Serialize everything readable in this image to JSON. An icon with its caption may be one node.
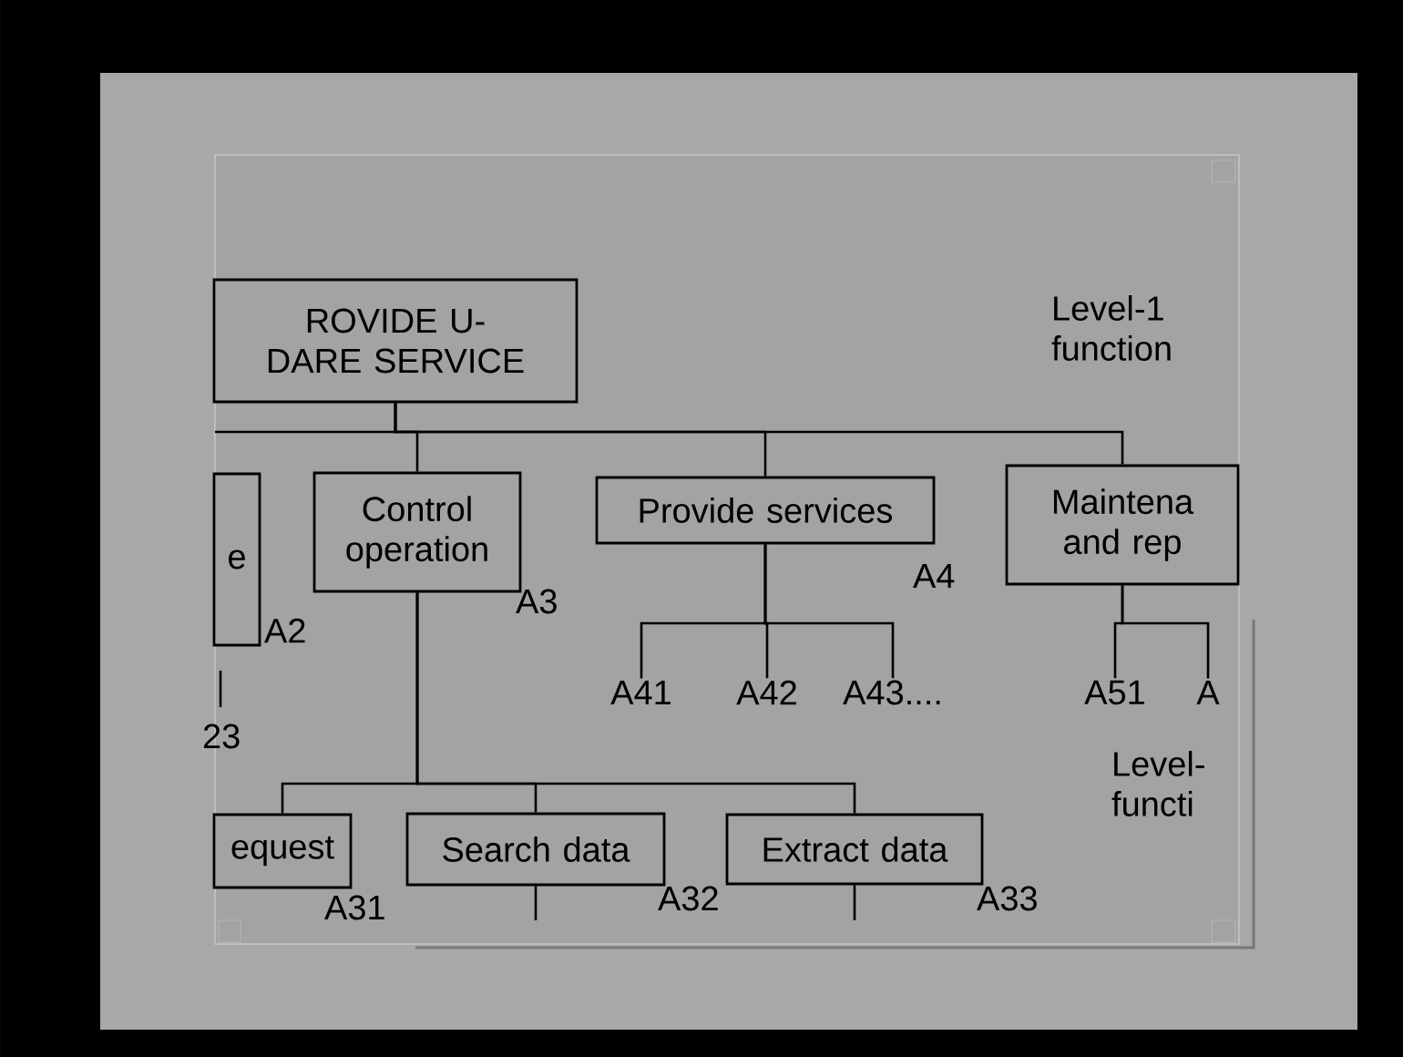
{
  "diagram": {
    "nodes": [
      {
        "text": [
          "ROVIDE U-DARE SERVICE"
        ]
      },
      {
        "text": [
          "e"
        ]
      },
      {
        "text": [
          "Control operation"
        ]
      },
      {
        "text": [
          "Provide services"
        ]
      },
      {
        "text": [
          "Maintena and rep"
        ]
      },
      {
        "text": [
          "equest"
        ]
      },
      {
        "text": [
          "Search data"
        ]
      },
      {
        "text": [
          "Extract data"
        ]
      },
      {
        "text": [
          "A41"
        ]
      },
      {
        "text": [
          "A42"
        ]
      },
      {
        "text": [
          "A43...."
        ]
      },
      {
        "text": [
          "A51"
        ]
      },
      {
        "text": [
          "A"
        ]
      }
    ],
    "edges": [
      {
        "from": 0,
        "to": null,
        "arrow": "none"
      },
      {
        "from": 0,
        "to": 2,
        "arrow": "none"
      },
      {
        "from": 0,
        "to": 3,
        "arrow": "none"
      },
      {
        "from": 0,
        "to": 4,
        "arrow": "none"
      },
      {
        "from": 2,
        "to": 5,
        "arrow": "none"
      },
      {
        "from": 2,
        "to": 6,
        "arrow": "none"
      },
      {
        "from": 2,
        "to": 7,
        "arrow": "none"
      },
      {
        "from": 3,
        "to": 8,
        "arrow": "none"
      },
      {
        "from": 3,
        "to": 9,
        "arrow": "none"
      },
      {
        "from": 3,
        "to": 10,
        "arrow": "none"
      },
      {
        "from": 4,
        "to": 11,
        "arrow": "none"
      },
      {
        "from": 4,
        "to": 12,
        "arrow": "none"
      },
      {
        "from": 6,
        "to": null,
        "arrow": "none"
      },
      {
        "from": 7,
        "to": null,
        "arrow": "none"
      }
    ],
    "labels": [
      "Level-1 function",
      "A2",
      "A3",
      "A4",
      "23",
      "Level- functi",
      "A31",
      "A32",
      "A33"
    ]
  }
}
